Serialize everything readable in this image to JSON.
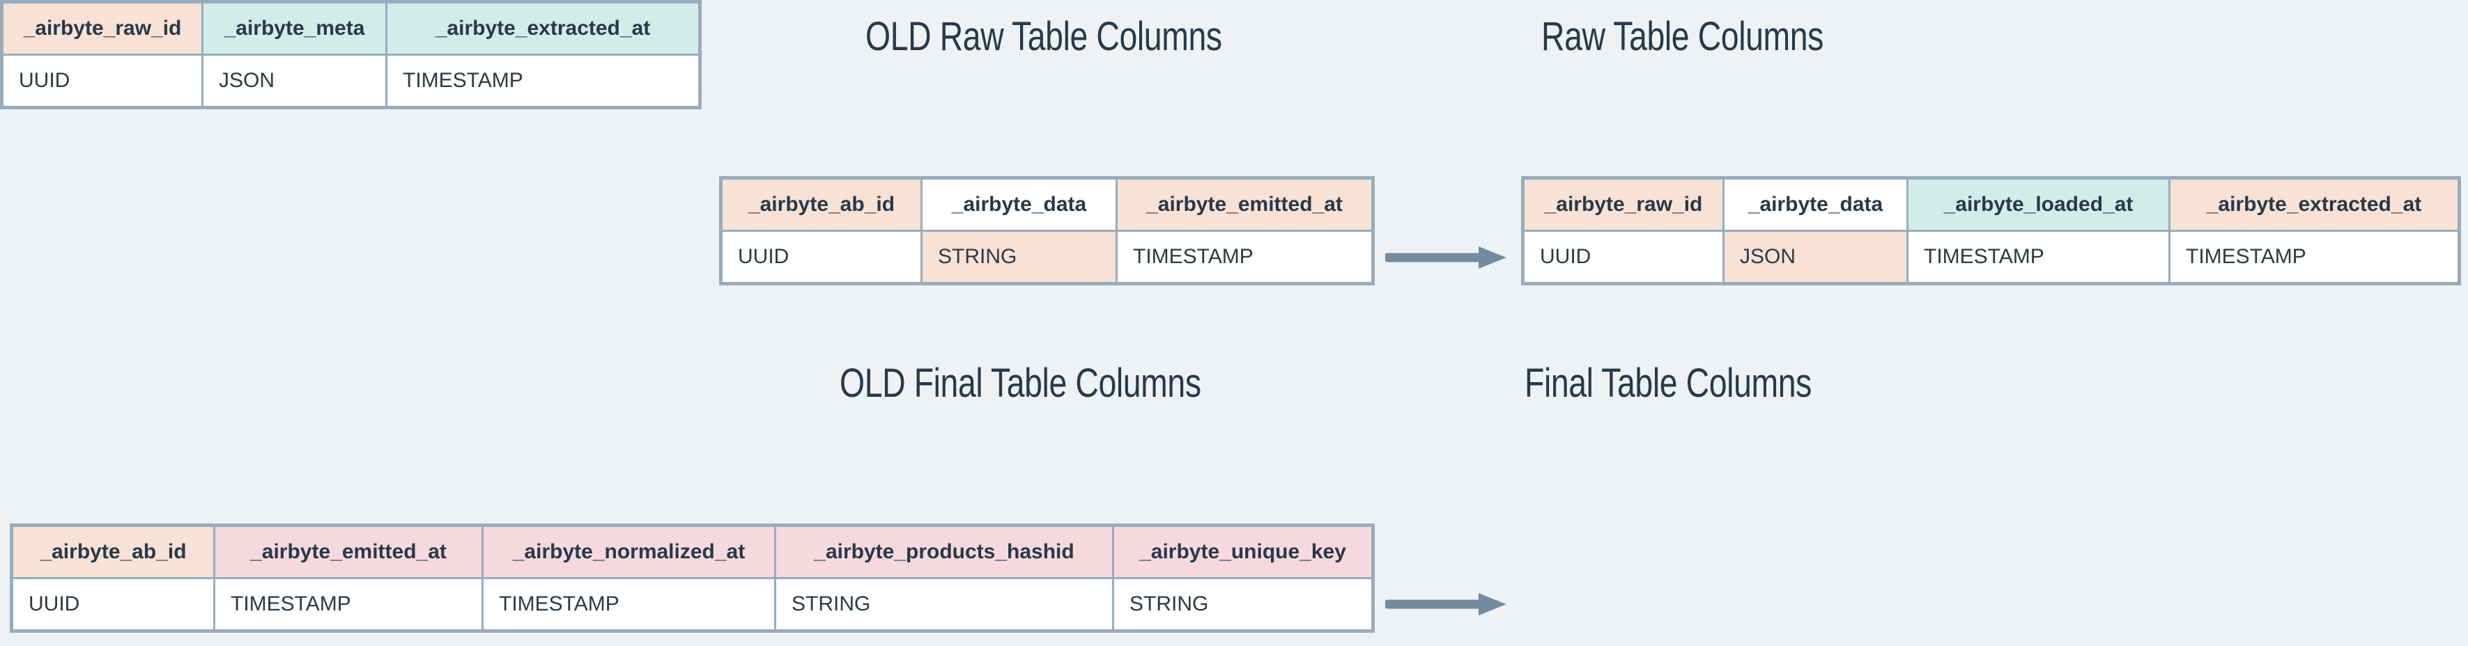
{
  "page": {
    "background_color": "#eef2f5",
    "border_color": "#97acbe",
    "text_color": "#27394a",
    "arrow_color": "#748a9e",
    "fill_peach": "#f8e2d5",
    "fill_pink": "#f6d9de",
    "fill_mint": "#d2ecea",
    "fill_white": "#ffffff"
  },
  "titles": {
    "old_raw": "OLD Raw Table Columns",
    "new_raw": "Raw Table Columns",
    "old_final": "OLD Final Table Columns",
    "new_final": "Final Table Columns"
  },
  "arrows": {
    "raw_arrow_label": "transforms-to-arrow",
    "final_arrow_label": "transforms-to-arrow"
  },
  "tables": {
    "old_raw": {
      "title": "OLD Raw Table Columns",
      "columns": [
        {
          "name": "_airbyte_ab_id",
          "type": "UUID",
          "header_fill": "peach",
          "type_fill": "white"
        },
        {
          "name": "_airbyte_data",
          "type": "STRING",
          "header_fill": "white",
          "type_fill": "peach"
        },
        {
          "name": "_airbyte_emitted_at",
          "type": "TIMESTAMP",
          "header_fill": "peach",
          "type_fill": "white"
        }
      ]
    },
    "new_raw": {
      "title": "Raw Table Columns",
      "columns": [
        {
          "name": "_airbyte_raw_id",
          "type": "UUID",
          "header_fill": "peach",
          "type_fill": "white"
        },
        {
          "name": "_airbyte_data",
          "type": "JSON",
          "header_fill": "white",
          "type_fill": "peach"
        },
        {
          "name": "_airbyte_loaded_at",
          "type": "TIMESTAMP",
          "header_fill": "mint",
          "type_fill": "white"
        },
        {
          "name": "_airbyte_extracted_at",
          "type": "TIMESTAMP",
          "header_fill": "peach",
          "type_fill": "white"
        }
      ]
    },
    "old_final": {
      "title": "OLD Final Table Columns",
      "columns": [
        {
          "name": "_airbyte_ab_id",
          "type": "UUID",
          "header_fill": "peach",
          "type_fill": "white"
        },
        {
          "name": "_airbyte_emitted_at",
          "type": "TIMESTAMP",
          "header_fill": "pink",
          "type_fill": "white"
        },
        {
          "name": "_airbyte_normalized_at",
          "type": "TIMESTAMP",
          "header_fill": "pink",
          "type_fill": "white"
        },
        {
          "name": "_airbyte_products_hashid",
          "type": "STRING",
          "header_fill": "pink",
          "type_fill": "white"
        },
        {
          "name": "_airbyte_unique_key",
          "type": "STRING",
          "header_fill": "pink",
          "type_fill": "white"
        }
      ]
    },
    "new_final": {
      "title": "Final Table Columns",
      "columns": [
        {
          "name": "_airbyte_raw_id",
          "type": "UUID",
          "header_fill": "peach",
          "type_fill": "white"
        },
        {
          "name": "_airbyte_meta",
          "type": "JSON",
          "header_fill": "mint",
          "type_fill": "white"
        },
        {
          "name": "_airbyte_extracted_at",
          "type": "TIMESTAMP",
          "header_fill": "mint",
          "type_fill": "white"
        }
      ]
    }
  }
}
